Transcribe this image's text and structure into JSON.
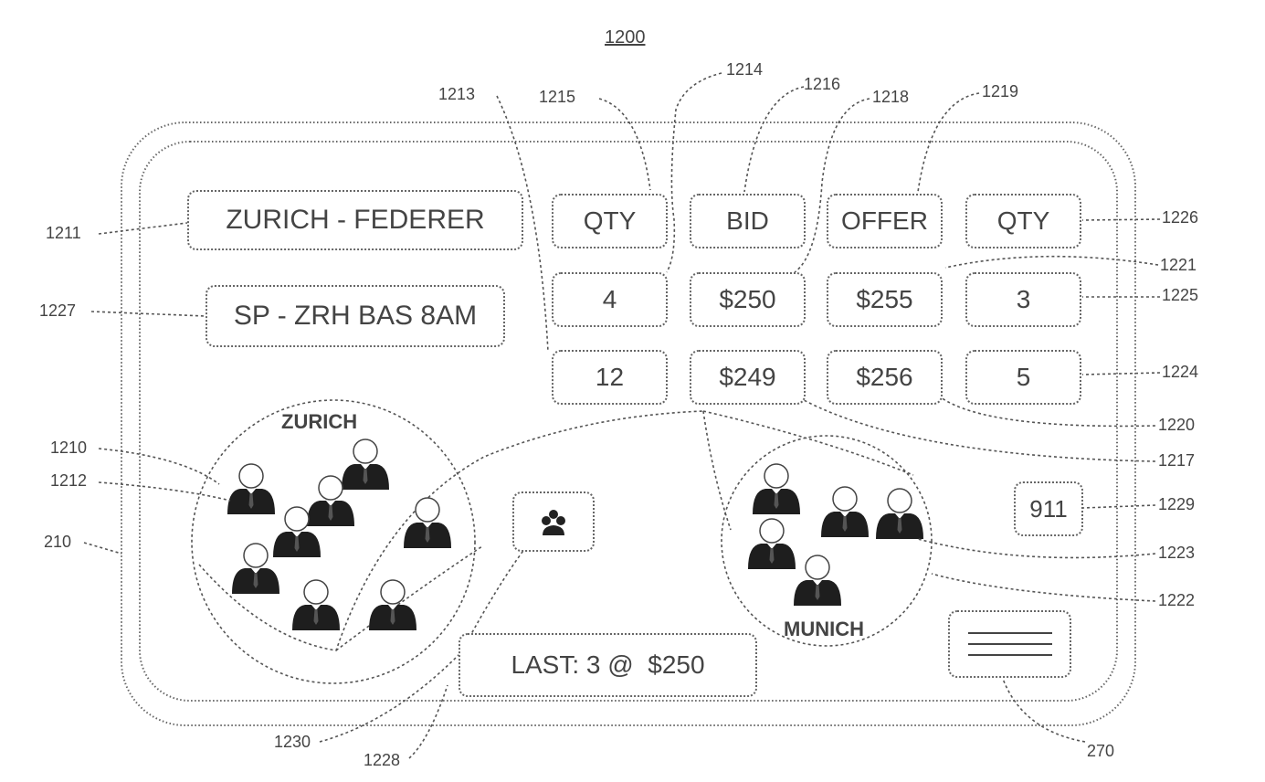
{
  "figure": {
    "number": "1200"
  },
  "device": {
    "ref": "210",
    "event_title": "ZURICH - FEDERER",
    "event_detail": "SP - ZRH BAS 8AM",
    "last_trade": "LAST: 3 @  $250",
    "emergency_button": "911",
    "menu_ref": "270"
  },
  "order_book": {
    "headers": [
      "QTY",
      "BID",
      "OFFER",
      "QTY"
    ],
    "rows": [
      {
        "bid_qty": "4",
        "bid": "$250",
        "offer": "$255",
        "offer_qty": "3"
      },
      {
        "bid_qty": "12",
        "bid": "$249",
        "offer": "$256",
        "offer_qty": "5"
      }
    ]
  },
  "regions": [
    {
      "label": "ZURICH"
    },
    {
      "label": "MUNICH"
    }
  ],
  "reference_labels": {
    "r1211": "1211",
    "r1227": "1227",
    "r1210": "1210",
    "r1212": "1212",
    "r210": "210",
    "r1213": "1213",
    "r1215": "1215",
    "r1214": "1214",
    "r1216": "1216",
    "r1218": "1218",
    "r1219": "1219",
    "r1226": "1226",
    "r1221": "1221",
    "r1225": "1225",
    "r1224": "1224",
    "r1220": "1220",
    "r1217": "1217",
    "r1229": "1229",
    "r1223": "1223",
    "r1222": "1222",
    "r270": "270",
    "r1230": "1230",
    "r1228": "1228"
  },
  "icons": {
    "person": "user-figure-icon",
    "menu": "hamburger-menu-icon",
    "group": "group-icon"
  }
}
